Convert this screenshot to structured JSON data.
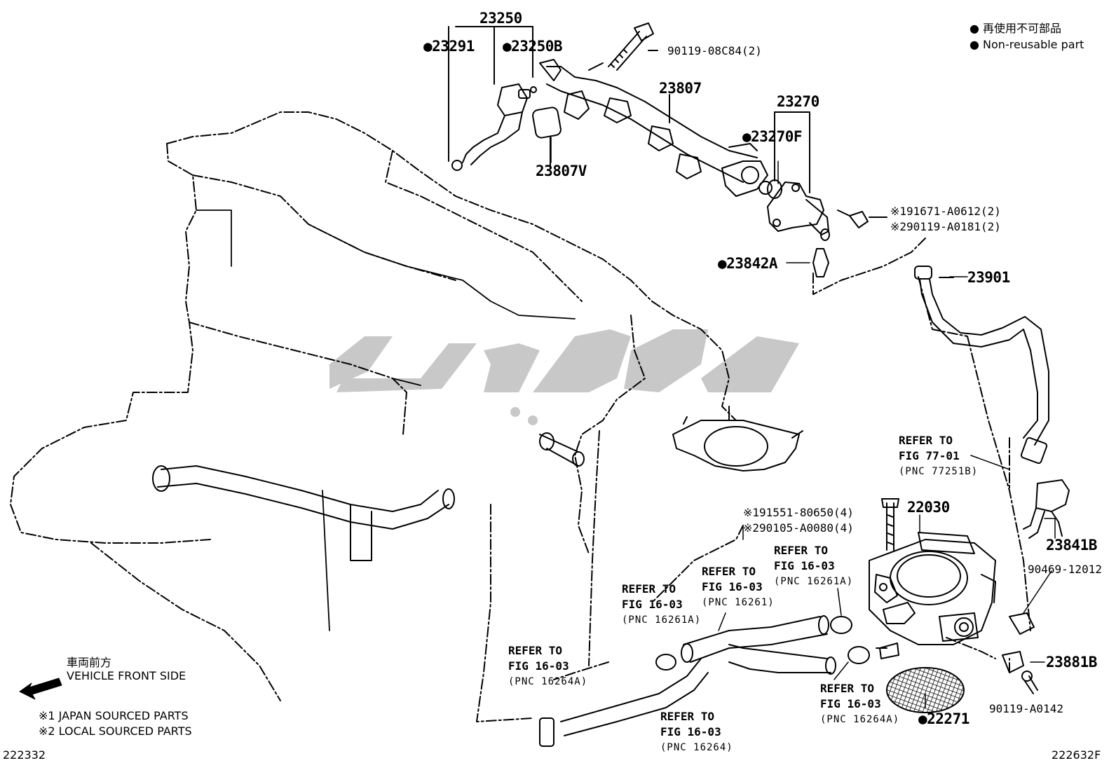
{
  "legend": {
    "line1": "● 再使用不可部品",
    "line2": "● Non-reusable part"
  },
  "front": {
    "jp": "車両前方",
    "en": "VEHICLE FRONT SIDE"
  },
  "notes": {
    "note1": "※1 JAPAN SOURCED PARTS",
    "note2": "※2 LOCAL SOURCED PARTS"
  },
  "codes": {
    "left": "222332",
    "right": "222632F"
  },
  "parts": {
    "p23250": "23250",
    "p23291": "●23291",
    "p23250b": "●23250B",
    "p90119_08c84": "90119-08C84(2)",
    "p23807": "23807",
    "p23807v": "23807V",
    "p23270": "23270",
    "p23270f": "●23270F",
    "p191671": "※191671-A0612(2)",
    "p290119": "※290119-A0181(2)",
    "p23842a": "●23842A",
    "p23901": "23901",
    "p191551": "※191551-80650(4)",
    "p290105": "※290105-A0080(4)",
    "p22030": "22030",
    "p23841b": "23841B",
    "p90469": "90469-12012",
    "p23881b": "23881B",
    "p90119_a0142": "90119-A0142",
    "p22271": "●22271"
  },
  "refs": {
    "r77": {
      "l1": "REFER TO",
      "l2": "FIG 77-01",
      "l3": "(PNC 77251B)"
    },
    "r16261a_top": {
      "l1": "REFER TO",
      "l2": "FIG 16-03",
      "l3": "(PNC 16261A)"
    },
    "r16261": {
      "l1": "REFER TO",
      "l2": "FIG 16-03",
      "l3": "(PNC 16261)"
    },
    "r16261a_left": {
      "l1": "REFER TO",
      "l2": "FIG 16-03",
      "l3": "(PNC 16261A)"
    },
    "r16264a_left": {
      "l1": "REFER TO",
      "l2": "FIG 16-03",
      "l3": "(PNC 16264A)"
    },
    "r16264": {
      "l1": "REFER TO",
      "l2": "FIG 16-03",
      "l3": "(PNC 16264)"
    },
    "r16264a_right": {
      "l1": "REFER TO",
      "l2": "FIG 16-03",
      "l3": "(PNC 16264A)"
    }
  },
  "colors": {
    "line": "#000000",
    "watermark": "#c8c8c8"
  }
}
